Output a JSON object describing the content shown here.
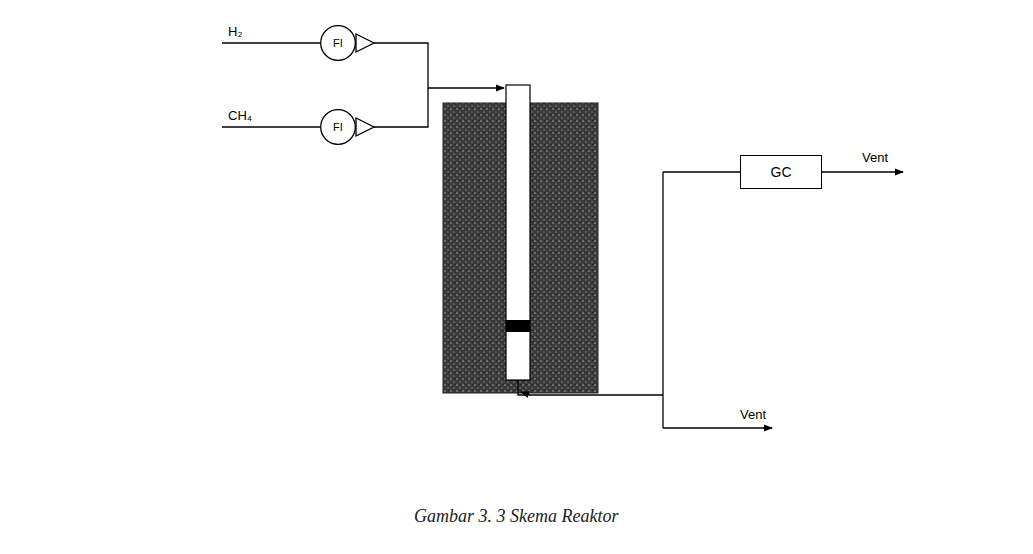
{
  "diagram": {
    "caption": "Gambar 3. 3 Skema Reaktor",
    "nodes": [
      {
        "text": [
          "FI"
        ]
      },
      {
        "text": [
          "FI"
        ]
      },
      {
        "text": [
          "GC"
        ]
      }
    ],
    "labels": [
      "H₂",
      "CH₄",
      "Vent",
      "Vent"
    ]
  }
}
